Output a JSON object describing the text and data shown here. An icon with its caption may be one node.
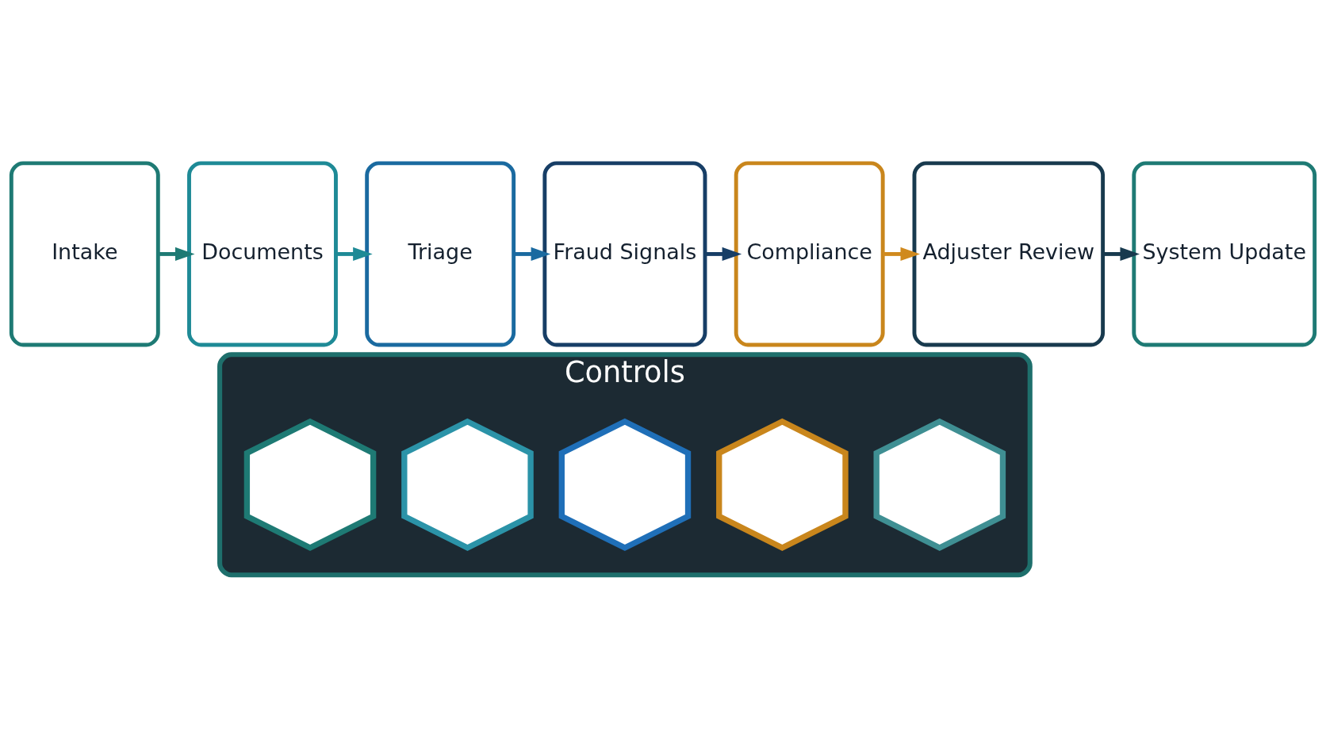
{
  "diagram": {
    "nodes": [
      {
        "text": [
          "Intake"
        ]
      },
      {
        "text": [
          "Documents"
        ]
      },
      {
        "text": [
          "Triage"
        ]
      },
      {
        "text": [
          "Fraud Signals"
        ]
      },
      {
        "text": [
          "Compliance"
        ]
      },
      {
        "text": [
          "Adjuster Review"
        ]
      },
      {
        "text": [
          "System Update"
        ]
      },
      {
        "text": [
          "Controls"
        ]
      },
      {
        "text": [],
        "shape": "hexagon",
        "in": 7
      },
      {
        "text": [],
        "shape": "hexagon",
        "in": 7
      },
      {
        "text": [],
        "shape": "hexagon",
        "in": 7
      },
      {
        "text": [],
        "shape": "hexagon",
        "in": 7
      },
      {
        "text": [],
        "shape": "hexagon",
        "in": 7
      }
    ],
    "edges": [
      {
        "from": 0,
        "to": 1,
        "arrow": "to",
        "color": "#1e7a74"
      },
      {
        "from": 1,
        "to": 2,
        "arrow": "to",
        "color": "#1e8a96"
      },
      {
        "from": 2,
        "to": 3,
        "arrow": "to",
        "color": "#1a6aa0"
      },
      {
        "from": 3,
        "to": 4,
        "arrow": "to",
        "color": "#173e66"
      },
      {
        "from": 4,
        "to": 5,
        "arrow": "to",
        "color": "#d08a1e"
      },
      {
        "from": 5,
        "to": 6,
        "arrow": "to",
        "color": "#183a4e"
      }
    ]
  }
}
